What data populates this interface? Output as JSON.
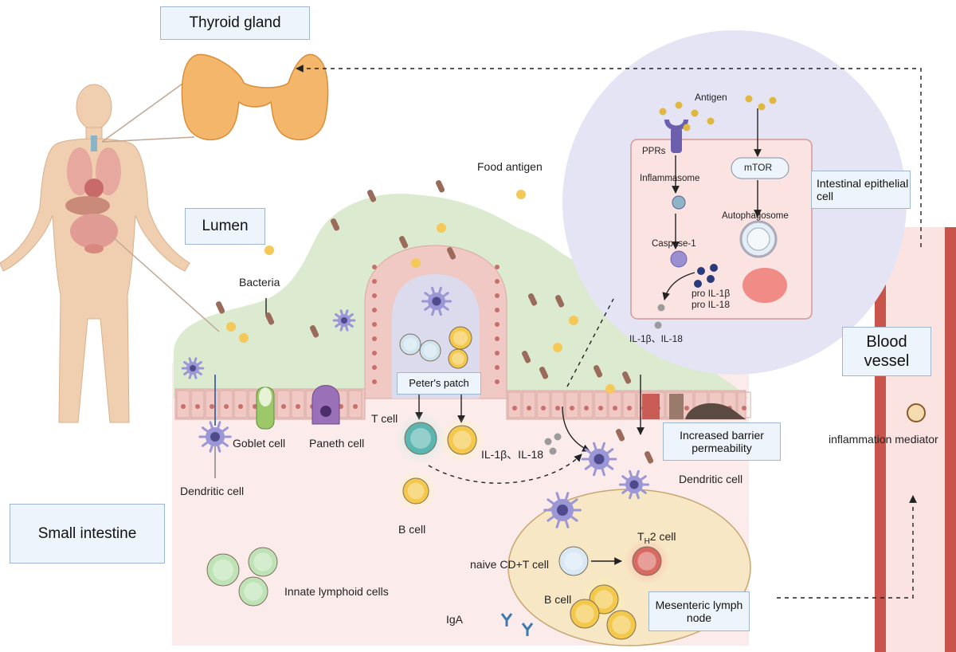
{
  "labels": {
    "thyroid_gland": "Thyroid gland",
    "lumen": "Lumen",
    "small_intestine": "Small intestine",
    "blood_vessel": "Blood vessel",
    "intestinal_epithelial_cell": "Intestinal epithelial cell",
    "peters_patch": "Peter's patch",
    "increased_barrier_permeability": "Increased barrier permeability",
    "mesenteric_lymph_node": "Mesenteric lymph node",
    "bacteria": "Bacteria",
    "food_antigen": "Food antigen",
    "antigen": "Antigen",
    "pprs": "PPRs",
    "mtor": "mTOR",
    "inflammasome": "Inflammasome",
    "autophagosome": "Autophagosome",
    "caspase1": "Caspase-1",
    "pro_il1b": "pro IL-1β",
    "pro_il18": "pro IL-18",
    "il1b_il18_top": "IL-1β、IL-18",
    "il1b_il18_mid": "IL-1β、IL-18",
    "t_cell": "T cell",
    "b_cell": "B cell",
    "b_cell_node": "B cell",
    "dendritic_cell_left": "Dendritic cell",
    "dendritic_cell_right": "Dendritic cell",
    "goblet_cell": "Goblet cell",
    "paneth_cell": "Paneth cell",
    "naive_cd_t_cell": "naive CD+T cell",
    "th2_prefix": "T",
    "th2_sub": "H",
    "th2_suffix": "2 cell",
    "innate_lymphoid_cells": "Innate lymphoid cells",
    "iga": "IgA",
    "inflammation_mediator": "inflammation mediator"
  },
  "colors": {
    "tissue_pink": "#fbeceb",
    "mucus_green": "#dcebd0",
    "epithelium": "#f0c9c4",
    "inset_circle": "#e4e4f5",
    "inset_cell": "#fbe3e1",
    "lymph_node": "#f8e7c4",
    "vessel_red": "#c9544c",
    "thyroid": "#f3b66b",
    "body": "#f0cfb0",
    "dendritic": "#9b97d6",
    "t_cell": "#5bb5b0",
    "b_cell": "#f4c84a",
    "label_box": "#eef4fb",
    "label_border": "#9fb7cf"
  }
}
